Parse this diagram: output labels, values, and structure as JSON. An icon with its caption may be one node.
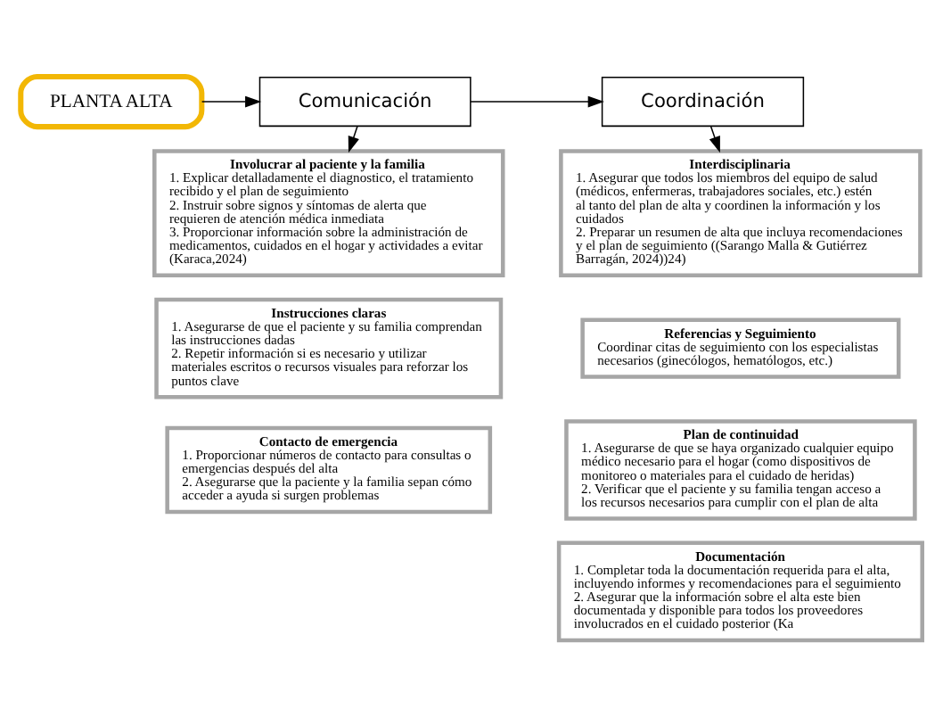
{
  "diagram": {
    "nodes": [
      {
        "text": [
          "PLANTA ALTA"
        ]
      },
      {
        "text": [
          "Comunicación"
        ]
      },
      {
        "text": [
          "Coordinación"
        ]
      },
      {
        "text": [
          "Involucrar al paciente y la familia",
          "1. Explicar detalladamente el diagnostico, el tratamiento recibido y el plan de seguimiento",
          "2. Instruir sobre signos y síntomas de alerta que requieren de atención médica inmediata",
          "3. Proporcionar información sobre la administración de medicamentos, cuidados en el hogar y actividades a evitar (Karaca,2024)"
        ]
      },
      {
        "text": [
          "Instrucciones claras",
          "1. Asegurarse de que el paciente y su familia comprendan las instrucciones dadas",
          "2. Repetir información si es necesario y utilizar materiales escritos o recursos visuales para reforzar los puntos clave"
        ]
      },
      {
        "text": [
          "Contacto de emergencia",
          "1. Proporcionar números de contacto para consultas o emergencias después del alta",
          "2. Asegurarse que la paciente y la familia sepan cómo acceder a ayuda si surgen problemas"
        ]
      },
      {
        "text": [
          "Interdisciplinaria",
          "1. Asegurar que todos los miembros del equipo de salud (médicos, enfermeras, trabajadores sociales, etc.) estén al tanto del plan de alta y coordinen la información y los cuidados",
          "2. Preparar un resumen de alta que incluya recomendaciones y el plan de seguimiento ((Sarango Malla & Gutiérrez Barragán, 2024))24)"
        ]
      },
      {
        "text": [
          "Referencias y Seguimiento",
          "Coordinar citas de seguimiento con los especialistas necesarios (ginecólogos, hematólogos, etc.)"
        ]
      },
      {
        "text": [
          "Plan de continuidad",
          "1. Asegurarse de que se haya organizado cualquier equipo médico necesario para el hogar (como dispositivos de monitoreo o materiales para el cuidado de heridas)",
          "2. Verificar que el paciente y su familia tengan acceso a los recursos necesarios para cumplir con el plan de alta"
        ]
      },
      {
        "text": [
          "Documentación",
          "1. Completar toda la documentación requerida para el alta, incluyendo informes y recomendaciones para el seguimiento",
          "2. Asegurar que la información sobre el alta este bien documentada y disponible para todos los proveedores involucrados en el cuidado posterior (Ka"
        ]
      }
    ],
    "edges": [
      {
        "from": 0,
        "to": 1,
        "arrow": "to"
      },
      {
        "from": 1,
        "to": 2,
        "arrow": "to"
      },
      {
        "from": 1,
        "to": 3,
        "arrow": "to"
      },
      {
        "from": 2,
        "to": 6,
        "arrow": "to"
      }
    ]
  }
}
